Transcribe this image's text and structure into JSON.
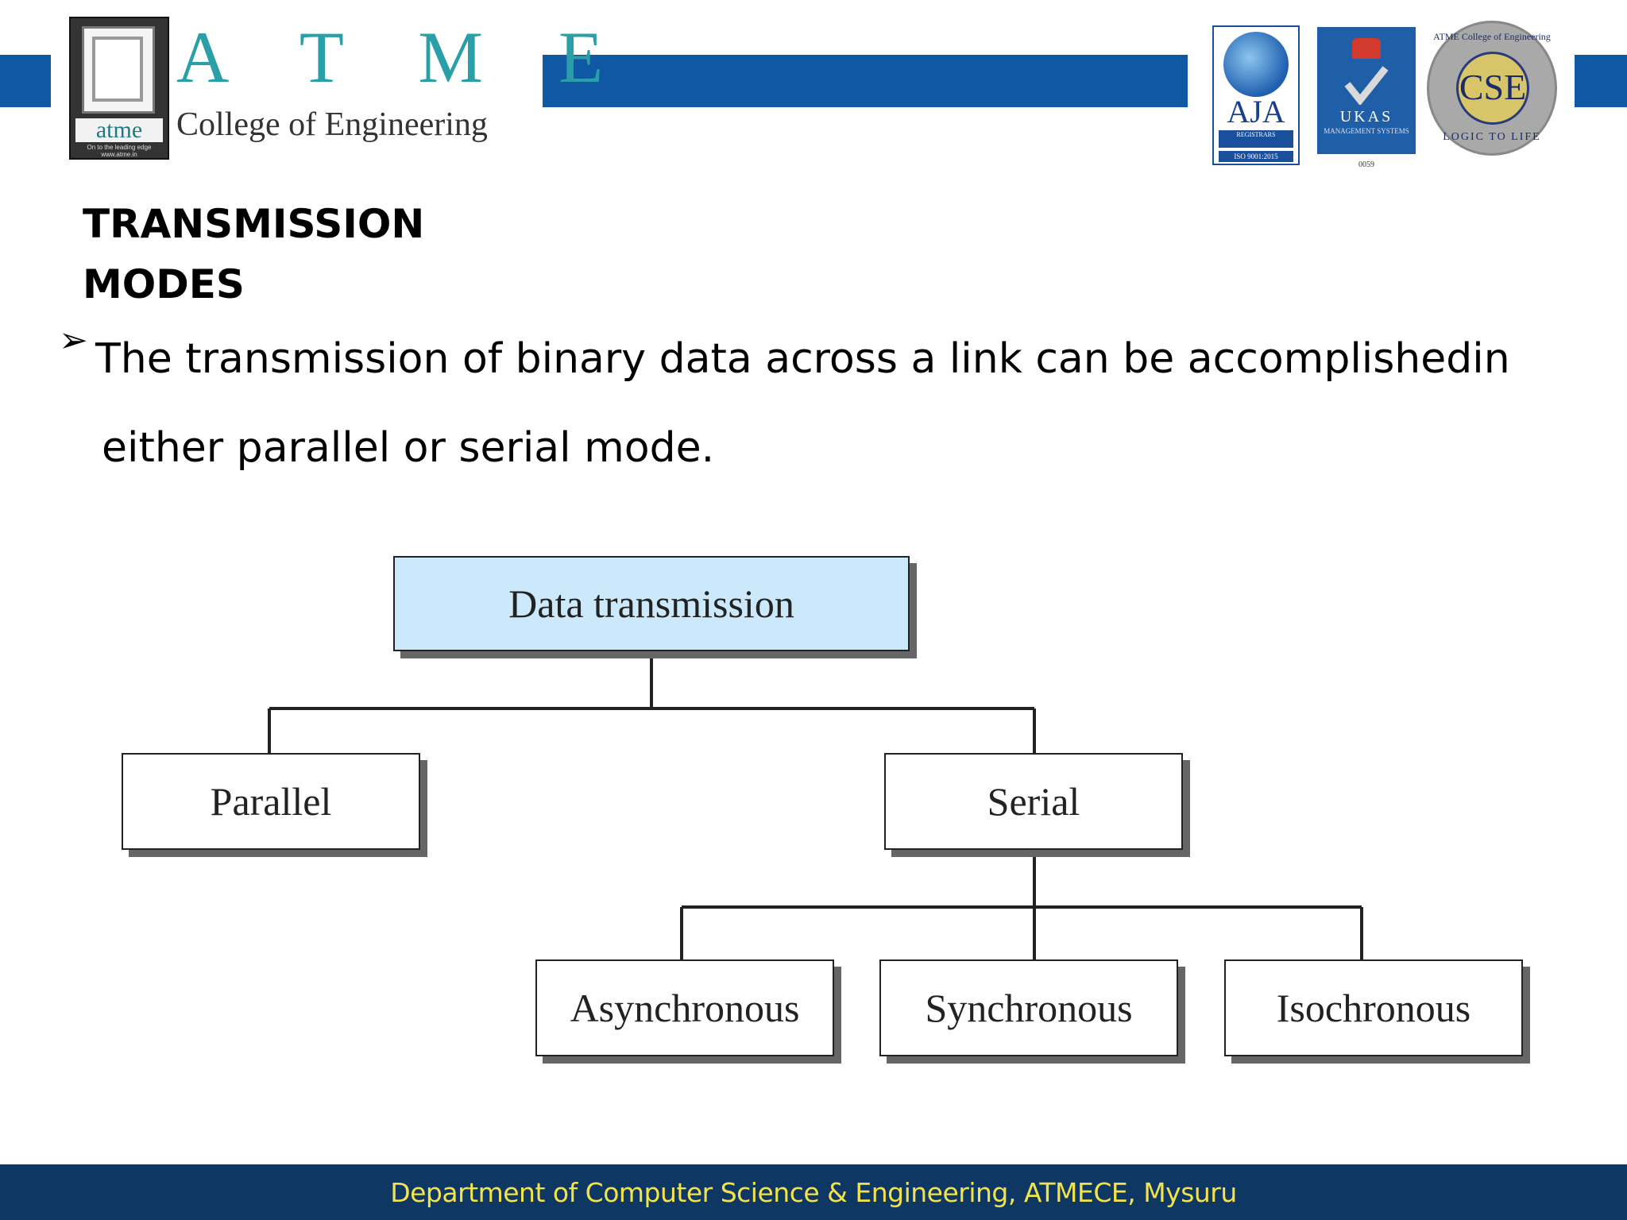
{
  "header": {
    "college_logo": {
      "letters": "A T M E",
      "name": "College of Engineering",
      "small_mark": "atme",
      "tagline": "On to the leading edge",
      "url": "www.atme.in"
    },
    "certifications": {
      "aja": {
        "label": "AJA",
        "band": "REGISTRARS",
        "iso": "ISO 9001:2015"
      },
      "ukas": {
        "label": "UKAS",
        "sub": "MANAGEMENT SYSTEMS",
        "number": "0059"
      },
      "cse": {
        "label": "CSE",
        "ring_top": "ATME College of Engineering",
        "ring_bottom": "LOGIC TO LIFE"
      }
    },
    "bar_color": "#0e58a4"
  },
  "slide": {
    "title_line1": "TRANSMISSION",
    "title_line2": "MODES",
    "bullet_symbol": "➢",
    "bullet_line1": "The transmission of binary data across a link can be accomplishedin",
    "bullet_line2": "either parallel or serial mode."
  },
  "diagram": {
    "root": "Data transmission",
    "level1": [
      "Parallel",
      "Serial"
    ],
    "serial_children": [
      "Asynchronous",
      "Synchronous",
      "Isochronous"
    ],
    "root_fill": "#cbe9fb"
  },
  "footer": {
    "text": "Department of Computer Science & Engineering, ATMECE, Mysuru",
    "bg_color": "#0f3763",
    "text_color": "#f3e34a"
  }
}
